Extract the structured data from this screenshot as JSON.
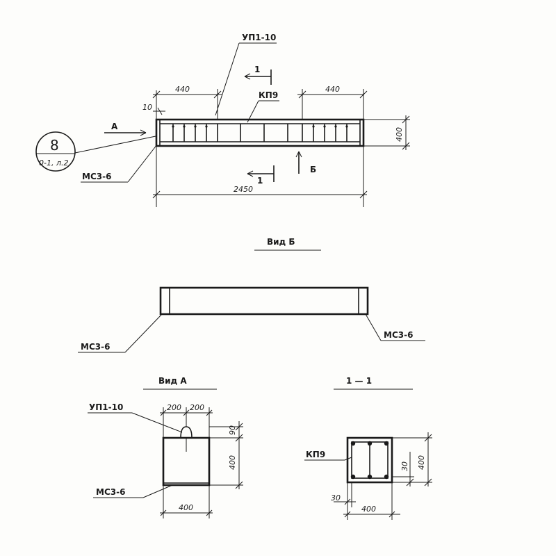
{
  "labels": {
    "up_top": "УП1-10",
    "kp_top": "КП9",
    "section_mark_top": "1",
    "section_mark_bottom": "1",
    "view_a_arrow": "А",
    "view_b_arrow": "Б",
    "ms_left": "МС3-6",
    "ref_number": "8",
    "ref_sheet": "0-1, л.2",
    "view_b_title": "Вид Б",
    "ms_b_left": "МС3-6",
    "ms_b_right": "МС3-6",
    "view_a_title": "Вид А",
    "up_a": "УП1-10",
    "ms_a": "МС3-6",
    "section_title": "1 — 1",
    "kp_section": "КП9"
  },
  "dims": {
    "left_440": "440",
    "right_440": "440",
    "cover_10": "10",
    "height_400": "400",
    "total_2450": "2450",
    "a_200_left": "200",
    "a_200_right": "200",
    "a_90": "90",
    "a_400_h": "400",
    "a_400_w": "400",
    "s_30_v": "30",
    "s_400_h": "400",
    "s_30_h": "30",
    "s_400_w": "400"
  }
}
